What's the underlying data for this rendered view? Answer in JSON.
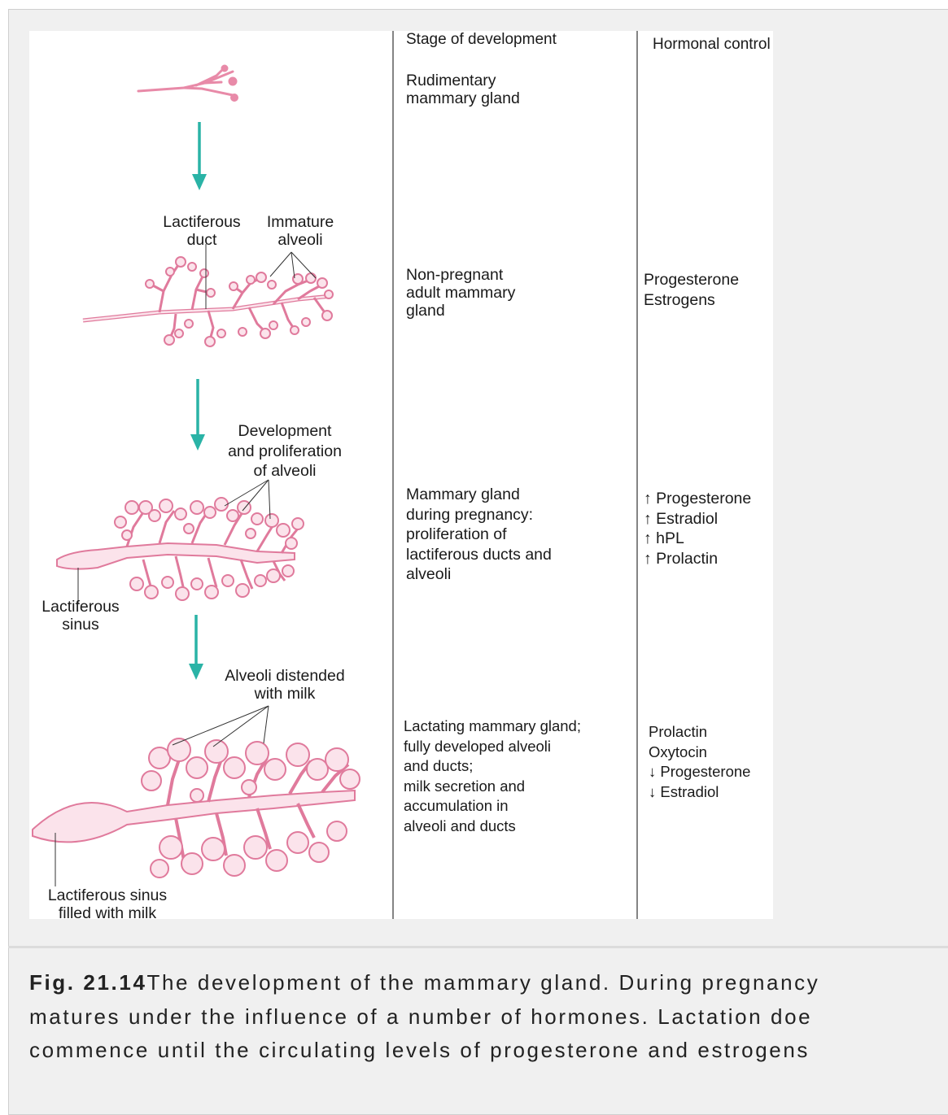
{
  "headers": {
    "stage": "Stage of development",
    "hormonal": "Hormonal control"
  },
  "stages": [
    {
      "stage_lines": [
        "Rudimentary",
        "mammary gland"
      ],
      "hormones": []
    },
    {
      "stage_lines": [
        "Non-pregnant",
        "adult mammary",
        "gland"
      ],
      "hormones": [
        "Progesterone",
        "Estrogens"
      ]
    },
    {
      "stage_lines": [
        "Mammary gland",
        "during pregnancy:",
        "proliferation of",
        "lactiferous ducts and",
        "alveoli"
      ],
      "hormones": [
        "↑ Progesterone",
        "↑ Estradiol",
        "↑ hPL",
        "↑ Prolactin"
      ]
    },
    {
      "stage_lines": [
        "Lactating mammary gland;",
        "fully developed alveoli",
        "and ducts;",
        "milk secretion and",
        "accumulation in",
        "alveoli and ducts"
      ],
      "hormones": [
        "Prolactin",
        "Oxytocin",
        "↓ Progesterone",
        "↓ Estradiol"
      ]
    }
  ],
  "labels": {
    "lactiferous_duct": [
      "Lactiferous",
      "duct"
    ],
    "immature_alveoli": [
      "Immature",
      "alveoli"
    ],
    "development_proliferation": [
      "Development",
      "and proliferation",
      "of alveoli"
    ],
    "lactiferous_sinus": [
      "Lactiferous",
      "sinus"
    ],
    "alveoli_distended": [
      "Alveoli distended",
      "with milk"
    ],
    "sinus_filled": [
      "Lactiferous sinus",
      "filled with milk"
    ]
  },
  "caption": {
    "figure_number": "Fig. 21.14",
    "lines": [
      "The development of the mammary gland. During pregnancy",
      "matures under the influence of a number of hormones. Lactation doe",
      "commence until the circulating levels of progesterone and estrogens"
    ]
  },
  "colors": {
    "gland_fill": "#f5c6d4",
    "gland_stroke": "#e07a9c",
    "arrow": "#2ab3a6",
    "column_line": "#333333",
    "background": "#f0f0f0"
  }
}
